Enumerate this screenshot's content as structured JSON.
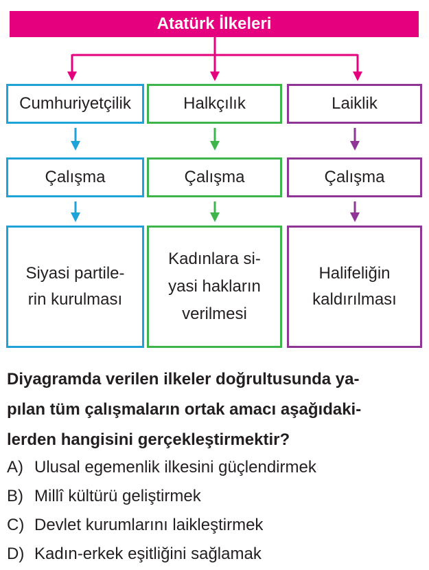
{
  "colors": {
    "header": "#e5007e",
    "col_1": "#1ea2d8",
    "col_2": "#3db54a",
    "col_3": "#8e3596"
  },
  "diagram": {
    "title": "Atatürk İlkeleri",
    "columns": [
      {
        "principle": "Cumhuriyetçilik",
        "label": "Çalışma",
        "result_lines": [
          "Siyasi partile-",
          "rin kurulması"
        ]
      },
      {
        "principle": "Halkçılık",
        "label": "Çalışma",
        "result_lines": [
          "Kadınlara si-",
          "yasi hakların",
          "verilmesi"
        ]
      },
      {
        "principle": "Laiklik",
        "label": "Çalışma",
        "result_lines": [
          "Halifeliğin",
          "kaldırılması"
        ]
      }
    ]
  },
  "question": {
    "lines": [
      "Diyagramda verilen ilkeler doğrultusunda ya-",
      "pılan tüm çalışmaların ortak amacı aşağıdaki-",
      "lerden hangisini gerçekleştirmektir?"
    ],
    "options": [
      {
        "letter": "A)",
        "text": "Ulusal egemenlik ilkesini güçlendirmek"
      },
      {
        "letter": "B)",
        "text": "Millî kültürü geliştirmek"
      },
      {
        "letter": "C)",
        "text": "Devlet kurumlarını laikleştirmek"
      },
      {
        "letter": "D)",
        "text": "Kadın-erkek eşitliğini sağlamak"
      }
    ]
  }
}
